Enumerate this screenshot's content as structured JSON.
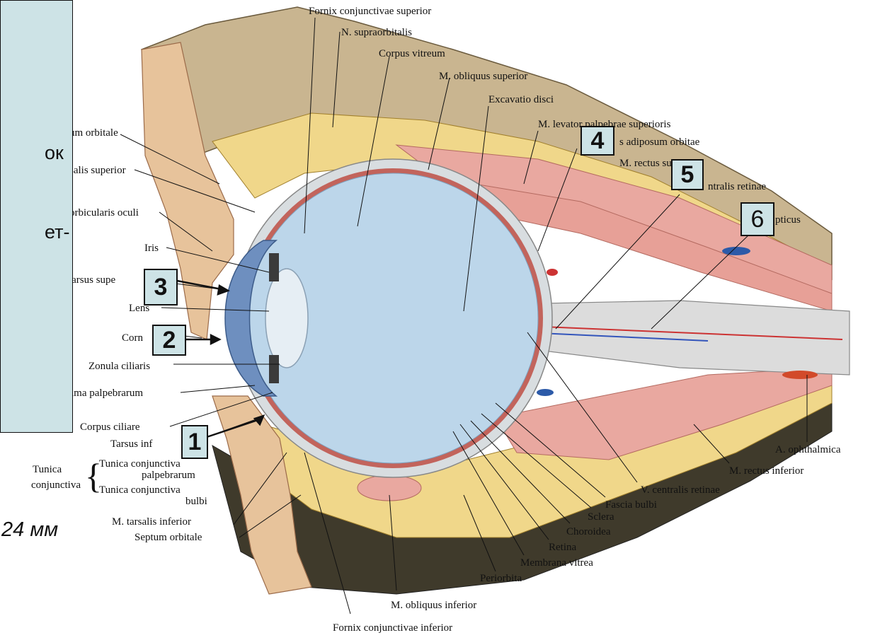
{
  "side_panel": {
    "line1": "ок",
    "line2": "ет-",
    "bottom": "24 мм"
  },
  "boxes": [
    "1",
    "2",
    "3",
    "4",
    "5",
    "6"
  ],
  "labels": {
    "fornix_sup": "Fornix conjunctivae superior",
    "supraorbitalis": "N. supraorbitalis",
    "corpus_vitreum": "Corpus vitreum",
    "obliquus_sup": "M. obliquus superior",
    "excavatio": "Excavatio disci",
    "levator": "M. levator palpebrae superioris",
    "adiposum": "s adiposum orbitae",
    "rectus_sup": "M. rectus superior",
    "centralis_ret": "ntralis retinae",
    "opticus": "pticus",
    "septum_sup": "um orbitale",
    "tarsalis_sup": "salis superior",
    "orbicularis": "orbicularis oculi",
    "iris": "Iris",
    "tarsus_sup": "Tarsus supe",
    "lens": "Lens",
    "cornea": "Corn",
    "zonula": "Zonula ciliaris",
    "rima": "Rima palpebrarum",
    "ciliare": "Corpus ciliare",
    "tarsus_inf": "Tarsus inf",
    "tunica": "Tunica",
    "conjunctiva": "conjunctiva",
    "tc_palp1": "Tunica conjunctiva",
    "tc_palp2": "palpebrarum",
    "tc_bulbi1": "Tunica conjunctiva",
    "tc_bulbi2": "bulbi",
    "tarsalis_inf": "M. tarsalis inferior",
    "septum_inf": "Septum orbitale",
    "ophthalmica": "A. ophthalmica",
    "rectus_inf": "M. rectus inferior",
    "v_centralis": "V. centralis retinae",
    "fascia": "Fascia bulbi",
    "sclera": "Sclera",
    "choroidea": "Choroidea",
    "retina": "Retina",
    "membrana": "Membrana vitrea",
    "periorbita": "Periorbita",
    "obliquus_inf": "M. obliquus inferior",
    "fornix_inf": "Fornix conjunctivae inferior"
  },
  "colors": {
    "vitreous": "#bcd6ea",
    "fat": "#f0d78a",
    "muscle": "#e9a8a0",
    "bone": "#c9b590",
    "sclera": "#d8dde0",
    "panel": "#cde3e6",
    "nerve": "#dcdcdc"
  }
}
